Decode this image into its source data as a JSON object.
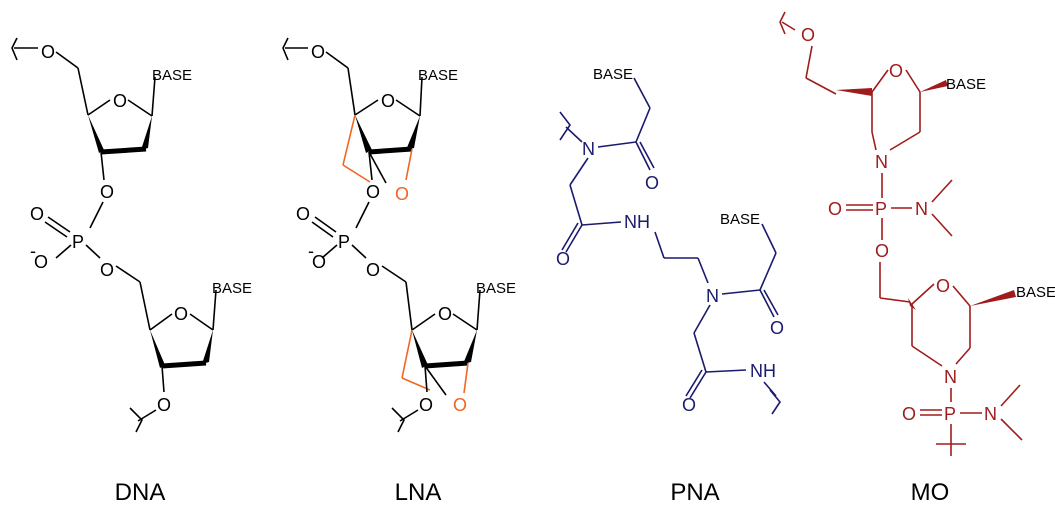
{
  "colors": {
    "dna": "#000000",
    "lna_bridge": "#f26522",
    "pna": "#1a1a6e",
    "mo": "#a01c1c"
  },
  "captions": {
    "dna": "DNA",
    "lna": "LNA",
    "pna": "PNA",
    "mo": "MO"
  },
  "labels": {
    "base": "BASE",
    "base_clipped": "BASE",
    "O": "O",
    "P": "P",
    "N": "N",
    "NH": "NH",
    "neg": "-"
  }
}
